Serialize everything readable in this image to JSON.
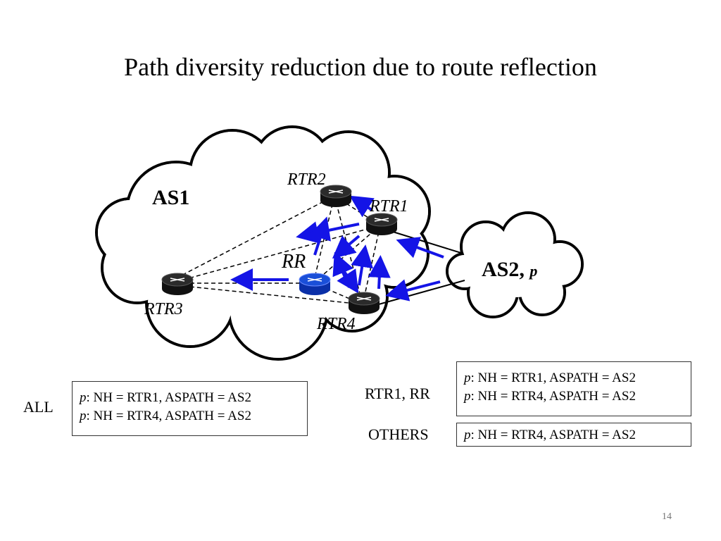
{
  "slide": {
    "title": "Path diversity reduction due to route reflection",
    "page_number": "14"
  },
  "diagram": {
    "as1_label": "AS1",
    "as2_label": "AS2",
    "as2_prefix": "p",
    "rr_label": "RR",
    "routers": {
      "rtr1": "RTR1",
      "rtr2": "RTR2",
      "rtr3": "RTR3",
      "rtr4": "RTR4"
    },
    "arrow_color": "#1414e6",
    "router_color": "#111111",
    "rr_color": "#1a4fd8"
  },
  "tables": {
    "all": {
      "label": "ALL",
      "rows": [
        {
          "prefix": "p",
          "text": ": NH = RTR1, ASPATH = AS2"
        },
        {
          "prefix": "p",
          "text": ": NH = RTR4, ASPATH = AS2"
        }
      ]
    },
    "rtr1_rr": {
      "label": "RTR1, RR",
      "rows": [
        {
          "prefix": "p",
          "text": ": NH = RTR1, ASPATH = AS2"
        },
        {
          "prefix": "p",
          "text": ": NH = RTR4, ASPATH = AS2"
        }
      ]
    },
    "others": {
      "label": "OTHERS",
      "rows": [
        {
          "prefix": "p",
          "text": ": NH = RTR4, ASPATH = AS2"
        }
      ]
    }
  }
}
